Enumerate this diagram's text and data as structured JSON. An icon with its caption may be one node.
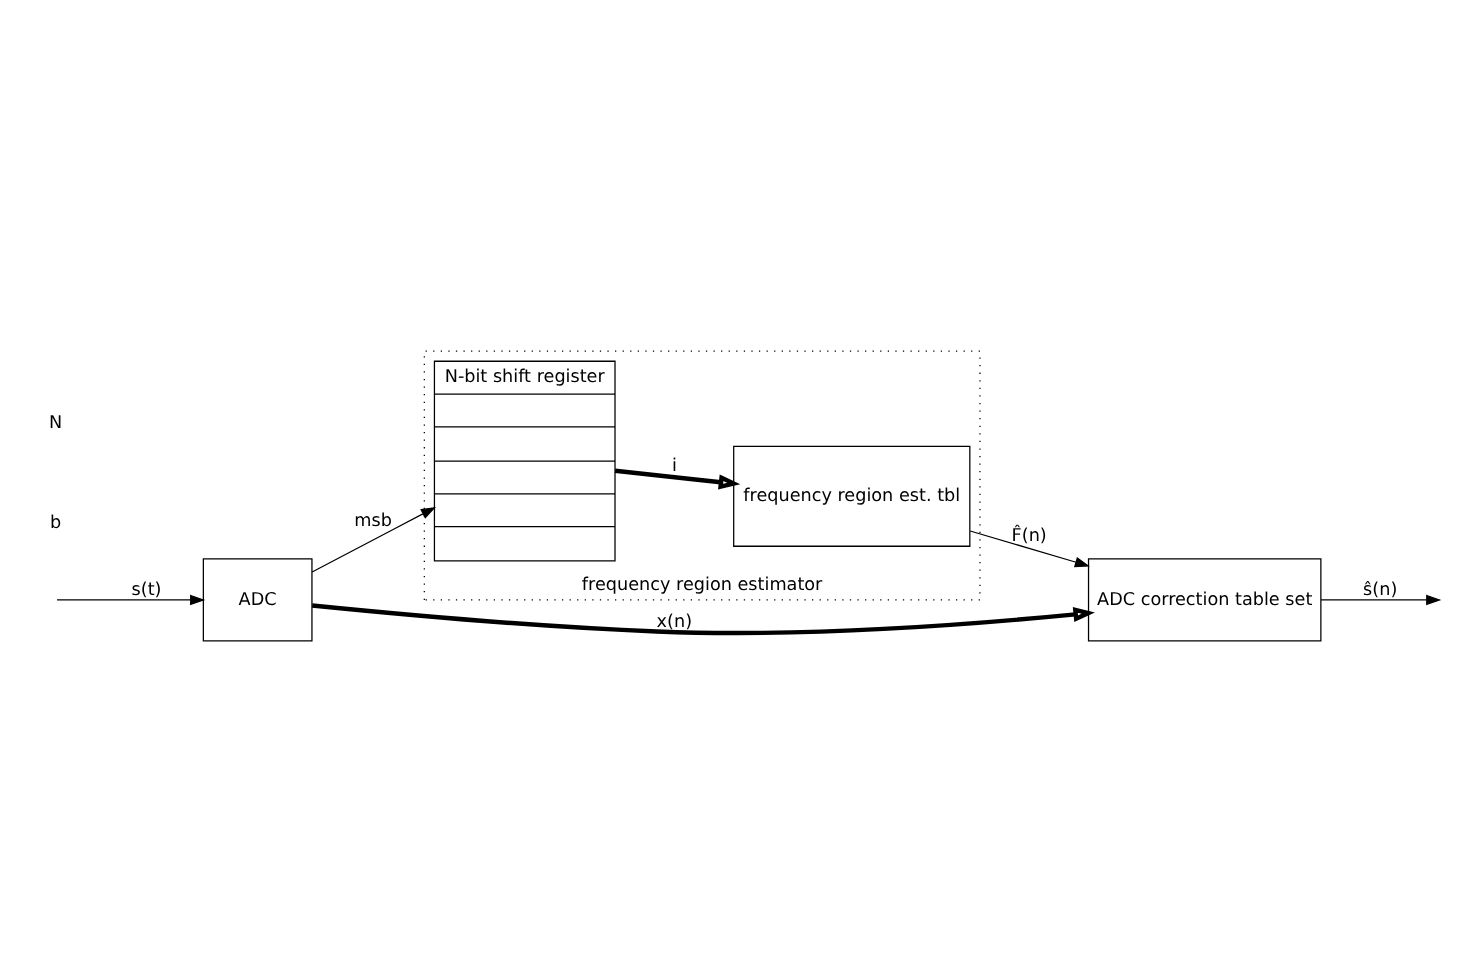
{
  "diagram": {
    "nodes": [
      {
        "text": [
          "ADC"
        ]
      },
      {
        "text": [
          "ADC correction table set"
        ]
      },
      {
        "text": [
          "frequency region estimator"
        ]
      },
      {
        "text": [
          "N-bit shift register"
        ],
        "in": 2
      },
      {
        "text": [
          "frequency region est. tbl"
        ],
        "in": 2
      }
    ],
    "edges": [
      {
        "from": null,
        "to": 0,
        "arrow": "to",
        "label": "s(t)"
      },
      {
        "from": 0,
        "to": 1,
        "arrow": "to",
        "label": "x(n)",
        "style": "thick"
      },
      {
        "from": 0,
        "to": 3,
        "arrow": "to",
        "label": "msb"
      },
      {
        "from": 3,
        "to": 4,
        "arrow": "to",
        "label": "i",
        "style": "thick"
      },
      {
        "from": 4,
        "to": 1,
        "arrow": "to",
        "label": "F̂(n)"
      },
      {
        "from": 1,
        "to": null,
        "arrow": "to",
        "label": "ŝ(n)"
      }
    ],
    "labels": [
      "b",
      "N"
    ]
  }
}
